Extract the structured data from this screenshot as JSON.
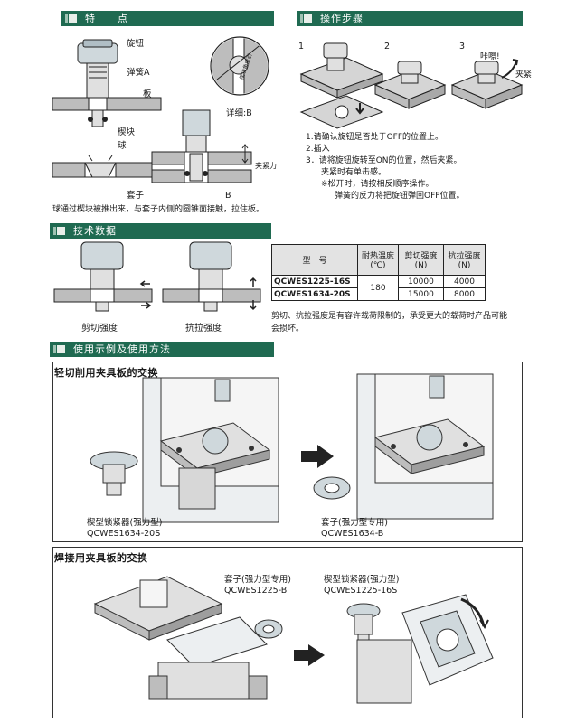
{
  "sections": {
    "features": "特　　点",
    "operation": "操作步骤",
    "specs": "技术数据",
    "usage": "使用示例及使用方法"
  },
  "features": {
    "label_knob": "旋钮",
    "label_spring": "弹簧A",
    "label_plate": "板",
    "label_block": "楔块",
    "label_ball": "球",
    "label_sleeve": "套子",
    "label_b": "B",
    "label_detail": "详细:B",
    "label_clamp_force": "夹紧力",
    "label_wedge_diagram": "楔块角度引",
    "caption": "球通过楔块被推出来，与套子内侧的圆锥面接触，拉住板。"
  },
  "operation": {
    "step1": "1",
    "step2": "2",
    "step3": "3",
    "sound": "咔嚓!",
    "clamp": "夹紧",
    "line1": "1.请确认旋钮是否处于OFF的位置上。",
    "line2": "2.插入",
    "line3": "3．请将旋钮旋转至ON的位置，然后夹紧。",
    "line4": "夹紧时有单击感。",
    "line5": "※松开时，请按相反顺序操作。",
    "line6": "弹簧的反力将把旋钮弹回OFF位置。"
  },
  "specs": {
    "shear_label": "剪切强度",
    "tensile_label": "抗拉强度",
    "table_headers": [
      "型　号",
      "耐热温度\n(℃)",
      "剪切强度\n(N)",
      "抗拉强度\n(N)"
    ],
    "rows": [
      {
        "model": "QCWES1225-16S",
        "temp": "180",
        "shear": "10000",
        "tensile": "4000"
      },
      {
        "model": "QCWES1634-20S",
        "temp": "180",
        "shear": "15000",
        "tensile": "8000"
      }
    ],
    "note": "剪切、抗拉强度是有容许载荷限制的，承受更大的载荷时产品可能会损坏。"
  },
  "usage": {
    "panel1_title": "轻切削用夹具板的交换",
    "p1_clamp_name": "楔型锁紧器(强力型)",
    "p1_clamp_model": "QCWES1634-20S",
    "p1_sleeve_name": "套子(强力型专用)",
    "p1_sleeve_model": "QCWES1634-B",
    "panel2_title": "焊接用夹具板的交换",
    "p2_sleeve_name": "套子(强力型专用)",
    "p2_sleeve_model": "QCWES1225-B",
    "p2_clamp_name": "楔型锁紧器(强力型)",
    "p2_clamp_model": "QCWES1225-16S"
  }
}
